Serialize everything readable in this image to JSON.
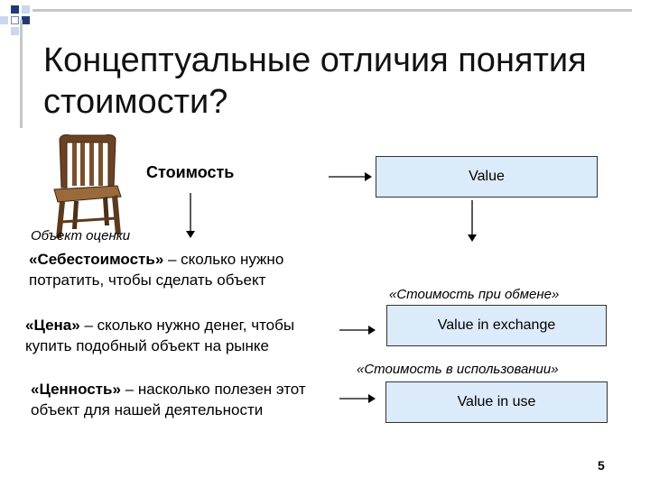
{
  "title": "Концептуальные отличия понятия стоимости?",
  "heading_cost": "Стоимость",
  "box_value": "Value",
  "label_object": "Объект оценки",
  "item1": {
    "term": "«Себестоимость»",
    "text": " – сколько нужно потратить, чтобы сделать объект"
  },
  "item2": {
    "term": "«Цена»",
    "text": " – сколько нужно денег, чтобы купить подобный объект на рынке"
  },
  "item3": {
    "term": "«Ценность»",
    "text": " – насколько полезен этот объект для нашей деятельности"
  },
  "label_exchange": "«Стоимость при обмене»",
  "box_exchange": "Value in exchange",
  "label_use": "«Стоимость в использовании»",
  "box_use": "Value in use",
  "page_number": "5",
  "colors": {
    "box_fill": "#dcebfa",
    "accent_navy": "#1f3a7a",
    "accent_light": "#c9d8ee"
  }
}
